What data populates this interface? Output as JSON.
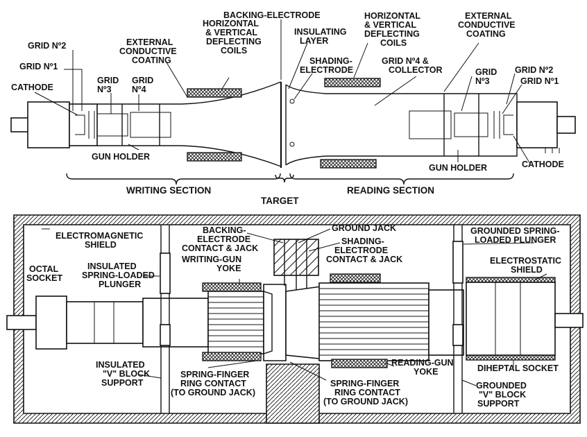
{
  "upper": {
    "backing_electrode": "BACKING-ELECTRODE",
    "insulating_layer": [
      "INSULATING",
      "LAYER"
    ],
    "horiz_vert_coils_right": [
      "HORIZONTAL",
      "& VERTICAL",
      "DEFLECTING",
      "COILS"
    ],
    "external_coating_right": [
      "EXTERNAL",
      "CONDUCTIVE",
      "COATING"
    ],
    "grid2_left": "GRID Nº2",
    "grid1_left": "GRID Nº1",
    "cathode_left": "CATHODE",
    "grid3_left": [
      "GRID",
      "Nº3"
    ],
    "grid4_left": [
      "GRID",
      "Nº4"
    ],
    "external_coating_left": [
      "EXTERNAL",
      "CONDUCTIVE",
      "COATING"
    ],
    "horiz_vert_coils_left": [
      "HORIZONTAL",
      "& VERTICAL",
      "DEFLECTING",
      "COILS"
    ],
    "shading_electrode": [
      "SHADING-",
      "ELECTRODE"
    ],
    "grid4_collector": [
      "GRID Nº4 &",
      "COLLECTOR"
    ],
    "grid3_right": [
      "GRID",
      "Nº3"
    ],
    "grid2_right": "GRID Nº2",
    "grid1_right": "GRID Nº1",
    "cathode_right": "CATHODE",
    "gun_holder_left": "GUN HOLDER",
    "gun_holder_right": "GUN HOLDER",
    "writing_section": "WRITING SECTION",
    "reading_section": "READING SECTION",
    "target": "TARGET"
  },
  "lower": {
    "electromagnetic_shield": [
      "ELECTROMAGNETIC",
      "SHIELD"
    ],
    "octal_socket": [
      "OCTAL",
      "SOCKET"
    ],
    "insulated_plunger": [
      "INSULATED",
      "SPRING-LOADED",
      "PLUNGER"
    ],
    "backing_contact": [
      "BACKING-",
      "ELECTRODE",
      "CONTACT & JACK"
    ],
    "writing_gun_yoke": [
      "WRITING-GUN",
      "YOKE"
    ],
    "ground_jack": "GROUND JACK",
    "shading_contact": [
      "SHADING-",
      "ELECTRODE",
      "CONTACT & JACK"
    ],
    "grounded_plunger": [
      "GROUNDED SPRING-",
      "LOADED PLUNGER"
    ],
    "electrostatic_shield": [
      "ELECTROSTATIC",
      "SHIELD"
    ],
    "insulated_v_block": [
      "INSULATED",
      "\"V\" BLOCK",
      "SUPPORT"
    ],
    "spring_finger_left": [
      "SPRING-FINGER",
      "RING CONTACT",
      "(TO GROUND JACK)"
    ],
    "spring_finger_right": [
      "SPRING-FINGER",
      "RING CONTACT",
      "(TO GROUND JACK)"
    ],
    "reading_gun_yoke": [
      "READING-GUN",
      "YOKE"
    ],
    "diheptal_socket": "DIHEPTAL SOCKET",
    "grounded_v_block": [
      "GROUNDED",
      "\"V\" BLOCK",
      "SUPPORT"
    ]
  }
}
